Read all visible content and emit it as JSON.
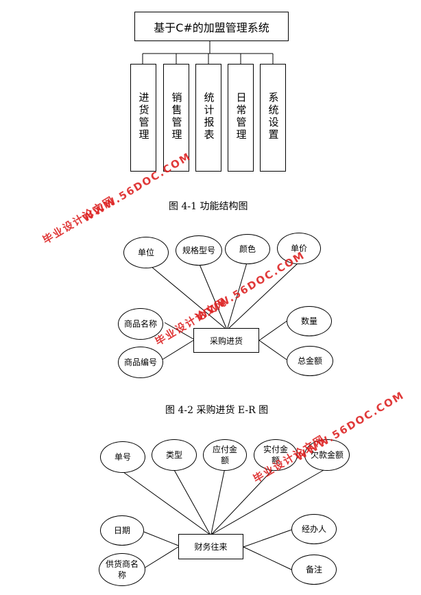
{
  "fig1": {
    "root": "基于C#的加盟管理系统",
    "modules": [
      "进货管理",
      "销售管理",
      "统计报表",
      "日常管理",
      "系统设置"
    ],
    "caption": "图 4-1  功能结构图"
  },
  "fig2": {
    "entity": "采购进货",
    "attributes": [
      "单位",
      "规格型号",
      "颜色",
      "单价",
      "商品名称",
      "数量",
      "商品编号",
      "总金额"
    ],
    "caption": "图 4-2  采购进货 E-R 图"
  },
  "fig3": {
    "entity": "财务往来",
    "attributes": [
      "单号",
      "类型",
      "应付金额",
      "实付金额",
      "欠款金额",
      "日期",
      "经办人",
      "供货商名称",
      "备注"
    ]
  },
  "watermarks": {
    "site": "WWW.56DOC.COM",
    "label": "毕业设计论文网"
  }
}
